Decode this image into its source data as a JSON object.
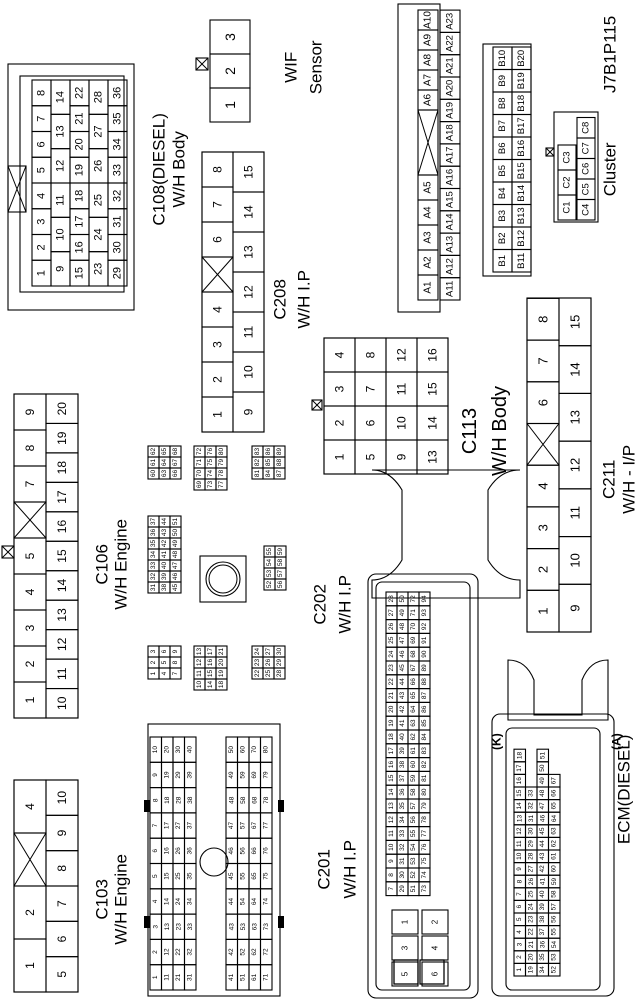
{
  "diagram_id": "J7B1P115",
  "connectors": {
    "wif": {
      "name": "WIF",
      "sub": "Sensor",
      "pins": [
        "1",
        "2",
        "3"
      ]
    },
    "cluster": {
      "name": "Cluster",
      "a_top": [
        "A1",
        "A2",
        "A3",
        "A4",
        "A5",
        "A6",
        "A7",
        "A8",
        "A9",
        "A10"
      ],
      "a_bot": [
        "A11",
        "A12",
        "A13",
        "A14",
        "A15",
        "A16",
        "A17",
        "A18",
        "A19",
        "A20",
        "A21",
        "A22",
        "A23"
      ],
      "b_top": [
        "B1",
        "B2",
        "B3",
        "B4",
        "B5",
        "B6",
        "B7",
        "B8",
        "B9",
        "B10"
      ],
      "b_bot": [
        "B11",
        "B12",
        "B13",
        "B14",
        "B15",
        "B16",
        "B17",
        "B18",
        "B19",
        "B20"
      ],
      "c_top": [
        "C1",
        "C2",
        "C3"
      ],
      "c_bot": [
        "C4",
        "C5",
        "C6",
        "C7",
        "C8"
      ]
    },
    "c108": {
      "name": "C108(DIESEL)",
      "sub": "W/H Body",
      "rows": [
        [
          "1",
          "2",
          "3",
          "4",
          "5",
          "6",
          "7",
          "8"
        ],
        [
          "9",
          "10",
          "11",
          "12",
          "13",
          "14"
        ],
        [
          "15",
          "16",
          "17",
          "18",
          "19",
          "20",
          "21",
          "22"
        ],
        [
          "23",
          "24",
          "25",
          "26",
          "27",
          "28"
        ],
        [
          "29",
          "30",
          "31",
          "32",
          "33",
          "34",
          "35",
          "36"
        ]
      ]
    },
    "c208": {
      "name": "C208",
      "sub": "W/H I.P",
      "top": [
        "1",
        "2",
        "3",
        "4",
        "5",
        "6",
        "7",
        "8"
      ],
      "bot": [
        "9",
        "10",
        "11",
        "12",
        "13",
        "14",
        "15"
      ]
    },
    "c113": {
      "name": "C113",
      "sub": "W/H Body",
      "rows": [
        [
          "1",
          "2",
          "3",
          "4"
        ],
        [
          "5",
          "6",
          "7",
          "8"
        ],
        [
          "9",
          "10",
          "11",
          "12"
        ],
        [
          "13",
          "14",
          "15",
          "16"
        ]
      ]
    },
    "c211": {
      "name": "C211",
      "sub": "W/H - I/P",
      "top": [
        "1",
        "2",
        "3",
        "4",
        "5",
        "6",
        "7",
        "8"
      ],
      "bot": [
        "9",
        "10",
        "11",
        "12",
        "13",
        "14",
        "15"
      ]
    },
    "c106": {
      "name": "C106",
      "sub": "W/H Engine",
      "top": [
        "1",
        "2",
        "3",
        "4",
        "5",
        "6",
        "7",
        "8",
        "9"
      ],
      "bot": [
        "10",
        "11",
        "12",
        "13",
        "14",
        "15",
        "16",
        "17",
        "18",
        "19",
        "20"
      ]
    },
    "c202": {
      "name": "C202",
      "sub": "W/H I.P",
      "groups": [
        [
          "1",
          "2",
          "3",
          "4",
          "5",
          "6",
          "7",
          "8",
          "9"
        ],
        [
          "10",
          "11",
          "12",
          "13",
          "14",
          "15",
          "16",
          "17",
          "18",
          "19",
          "20",
          "21"
        ],
        [
          "22",
          "23",
          "24",
          "25",
          "26",
          "27",
          "28",
          "29",
          "30"
        ],
        [
          "31",
          "32",
          "33",
          "34",
          "35",
          "36",
          "37",
          "38",
          "39",
          "40",
          "41",
          "42",
          "43",
          "44",
          "45",
          "46",
          "47",
          "48",
          "49",
          "50",
          "51"
        ],
        [
          "52",
          "53",
          "54",
          "55",
          "56",
          "57",
          "58",
          "59"
        ],
        [
          "60",
          "61",
          "62",
          "63",
          "64",
          "65",
          "66",
          "67",
          "68"
        ],
        [
          "69",
          "70",
          "71",
          "72",
          "73",
          "74",
          "75",
          "76",
          "77",
          "78",
          "79",
          "80"
        ],
        [
          "81",
          "82",
          "83",
          "84",
          "85",
          "86",
          "87",
          "88",
          "89"
        ]
      ]
    },
    "c103": {
      "name": "C103",
      "sub": "W/H Engine",
      "top": [
        "1",
        "2",
        "3",
        "4"
      ],
      "bot": [
        "5",
        "6",
        "7",
        "8",
        "9",
        "10"
      ]
    },
    "c201": {
      "name": "C201",
      "sub": "W/H I.P",
      "pins": [
        "1",
        "2",
        "3",
        "4",
        "5",
        "6",
        "7",
        "8",
        "9",
        "10",
        "11",
        "12",
        "13",
        "14",
        "15",
        "16",
        "17",
        "18",
        "19",
        "20",
        "21",
        "22",
        "23",
        "24",
        "25",
        "26",
        "27",
        "28",
        "29",
        "30",
        "31",
        "32",
        "33",
        "34",
        "35",
        "36",
        "37",
        "38",
        "39",
        "40",
        "41",
        "42",
        "43",
        "44",
        "45",
        "46",
        "47",
        "48",
        "49",
        "50",
        "51",
        "52",
        "53",
        "54",
        "55",
        "56",
        "57",
        "58",
        "59",
        "60",
        "61",
        "62",
        "63",
        "64",
        "65",
        "66",
        "67",
        "68",
        "69",
        "70",
        "71",
        "72",
        "73",
        "74",
        "75",
        "76",
        "77",
        "78",
        "79",
        "80"
      ]
    },
    "ecm_k": {
      "tag": "(K)",
      "rows": [
        [
          "28",
          "27",
          "26",
          "25",
          "24",
          "23",
          "22",
          "21",
          "20",
          "19",
          "18",
          "17",
          "16",
          "15",
          "14",
          "13",
          "12",
          "11",
          "10",
          "9",
          "8",
          "7"
        ],
        [
          "50",
          "49",
          "48",
          "47",
          "46",
          "45",
          "44",
          "43",
          "42",
          "41",
          "40",
          "39",
          "38",
          "37",
          "36",
          "35",
          "34",
          "33",
          "32",
          "31",
          "30",
          "29"
        ],
        [
          "72",
          "71",
          "70",
          "69",
          "68",
          "67",
          "66",
          "65",
          "64",
          "63",
          "62",
          "61",
          "60",
          "59",
          "58",
          "57",
          "56",
          "55",
          "54",
          "53",
          "52",
          "51"
        ],
        [
          "94",
          "93",
          "92",
          "91",
          "90",
          "89",
          "88",
          "87",
          "86",
          "85",
          "84",
          "83",
          "82",
          "81",
          "80",
          "79",
          "78",
          "77",
          "76",
          "75",
          "74",
          "73"
        ]
      ],
      "big": [
        "1",
        "2",
        "3",
        "4",
        "5",
        "6"
      ]
    },
    "ecm_a": {
      "tag": "(A)",
      "name": "ECM(DIESEL)",
      "rows": [
        [
          "18",
          "17",
          "16",
          "15",
          "14",
          "13",
          "12",
          "11",
          "10",
          "9",
          "8",
          "7",
          "6",
          "5",
          "4",
          "3",
          "2",
          "1"
        ],
        [
          "33",
          "32",
          "31",
          "30",
          "29",
          "28",
          "27",
          "26",
          "25",
          "24",
          "23",
          "22",
          "21",
          "20",
          "19"
        ],
        [
          "51",
          "50",
          "49",
          "48",
          "47",
          "46",
          "45",
          "44",
          "43",
          "42",
          "41",
          "40",
          "39",
          "38",
          "37",
          "36",
          "35",
          "34"
        ],
        [
          "67",
          "66",
          "65",
          "64",
          "63",
          "62",
          "61",
          "60",
          "59",
          "58",
          "57",
          "56",
          "55",
          "54",
          "53",
          "52"
        ]
      ]
    }
  }
}
